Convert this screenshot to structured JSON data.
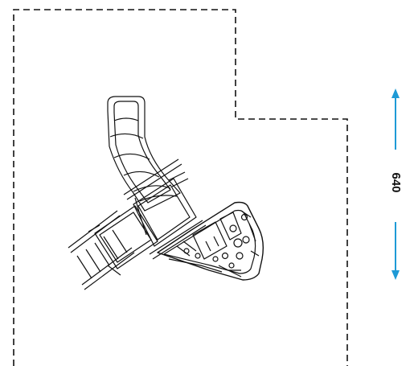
{
  "plan": {
    "dimension": {
      "value": "640",
      "arrow_color": "#1e9ad6"
    },
    "boundary_style": "dashed",
    "equipment": [
      "tube-slide",
      "access-ladder",
      "climbing-structure"
    ]
  }
}
